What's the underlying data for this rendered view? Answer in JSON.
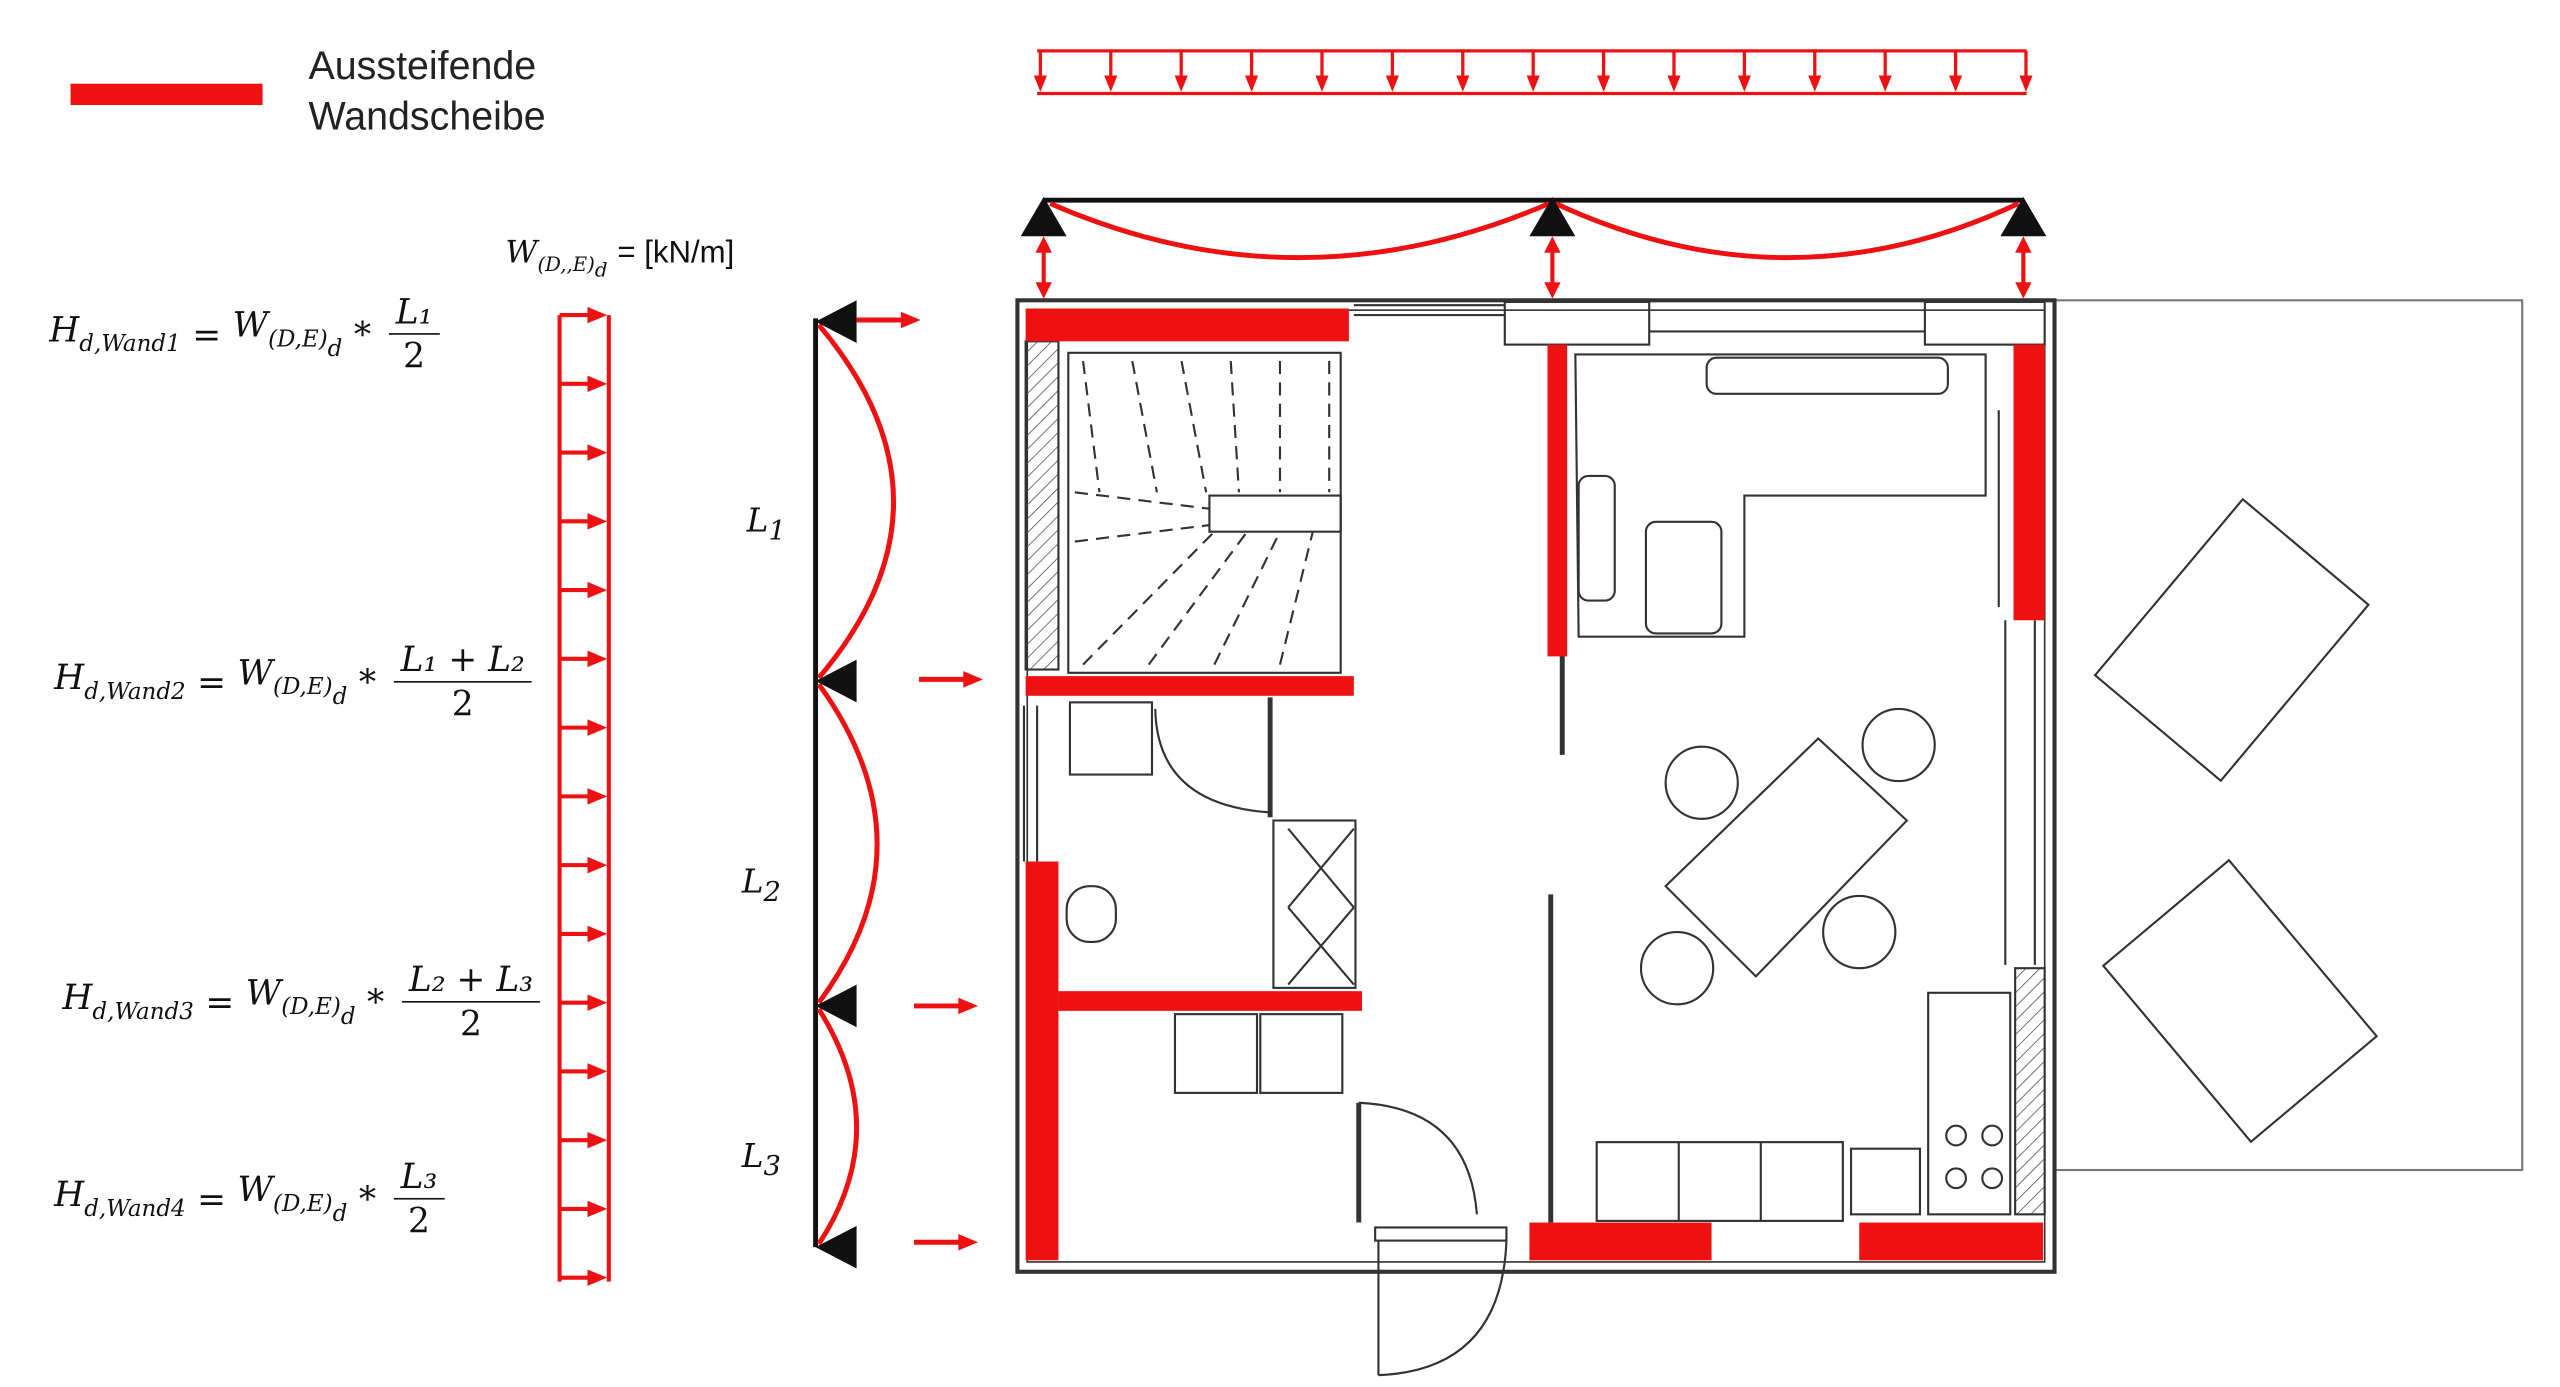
{
  "legend": {
    "label_line1": "Aussteifende",
    "label_line2": "Wandscheibe",
    "color": "#ee1111"
  },
  "load_label": {
    "symbol": "W",
    "subscript": "(D,,E)",
    "subsub": "d",
    "unit": "= [kN/m]"
  },
  "span_labels": [
    {
      "main": "L",
      "sub": "1"
    },
    {
      "main": "L",
      "sub": "2"
    },
    {
      "main": "L",
      "sub": "3"
    }
  ],
  "formulas": [
    {
      "lhs": "H",
      "lhs_sub": "d,Wand1",
      "eq": "=",
      "w": "W",
      "w_sub": "(D,E)",
      "w_subsub": "d",
      "op": "*",
      "numerator": "L₁",
      "denominator": "2"
    },
    {
      "lhs": "H",
      "lhs_sub": "d,Wand2",
      "eq": "=",
      "w": "W",
      "w_sub": "(D,E)",
      "w_subsub": "d",
      "op": "*",
      "numerator": "L₁ + L₂",
      "denominator": "2"
    },
    {
      "lhs": "H",
      "lhs_sub": "d,Wand3",
      "eq": "=",
      "w": "W",
      "w_sub": "(D,E)",
      "w_subsub": "d",
      "op": "*",
      "numerator": "L₂ + L₃",
      "denominator": "2"
    },
    {
      "lhs": "H",
      "lhs_sub": "d,Wand4",
      "eq": "=",
      "w": "W",
      "w_sub": "(D,E)",
      "w_subsub": "d",
      "op": "*",
      "numerator": "L₃",
      "denominator": "2"
    }
  ]
}
